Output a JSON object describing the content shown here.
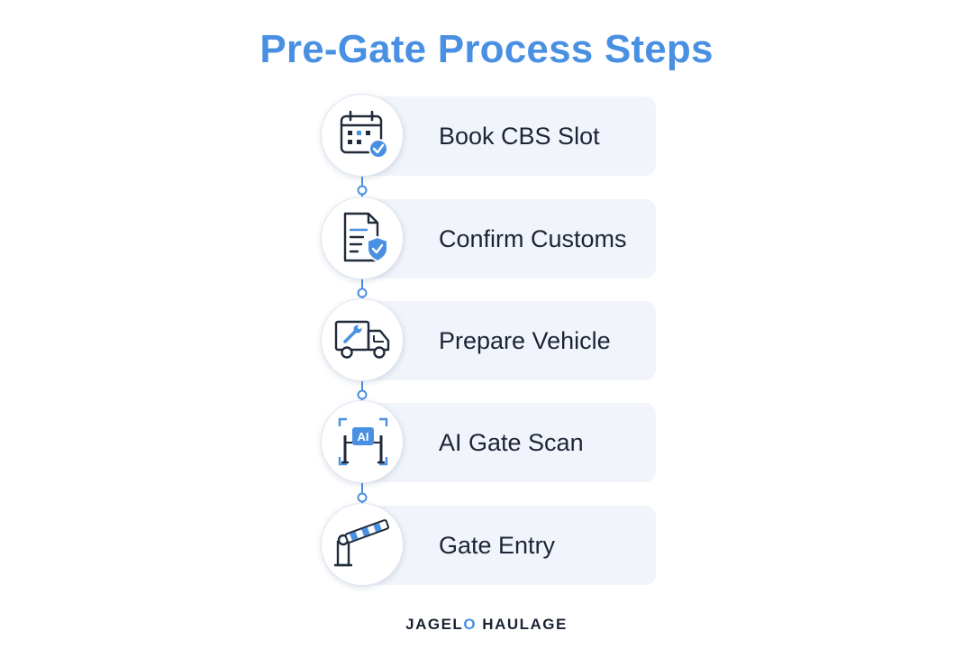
{
  "title": "Pre-Gate Process Steps",
  "steps": [
    {
      "label": "Book CBS Slot",
      "icon": "calendar-check-icon"
    },
    {
      "label": "Confirm Customs",
      "icon": "document-shield-icon"
    },
    {
      "label": "Prepare Vehicle",
      "icon": "truck-wrench-icon"
    },
    {
      "label": "AI Gate Scan",
      "icon": "ai-gate-scan-icon",
      "badge": "AI"
    },
    {
      "label": "Gate Entry",
      "icon": "boom-barrier-icon"
    }
  ],
  "brand": {
    "part1": "JAGEL",
    "part2": "O",
    "part3": " HAULAGE"
  },
  "colors": {
    "accent": "#4a90e2",
    "text": "#1c2536",
    "card": "#f1f4fb",
    "icon_stroke": "#1f2a3a"
  }
}
